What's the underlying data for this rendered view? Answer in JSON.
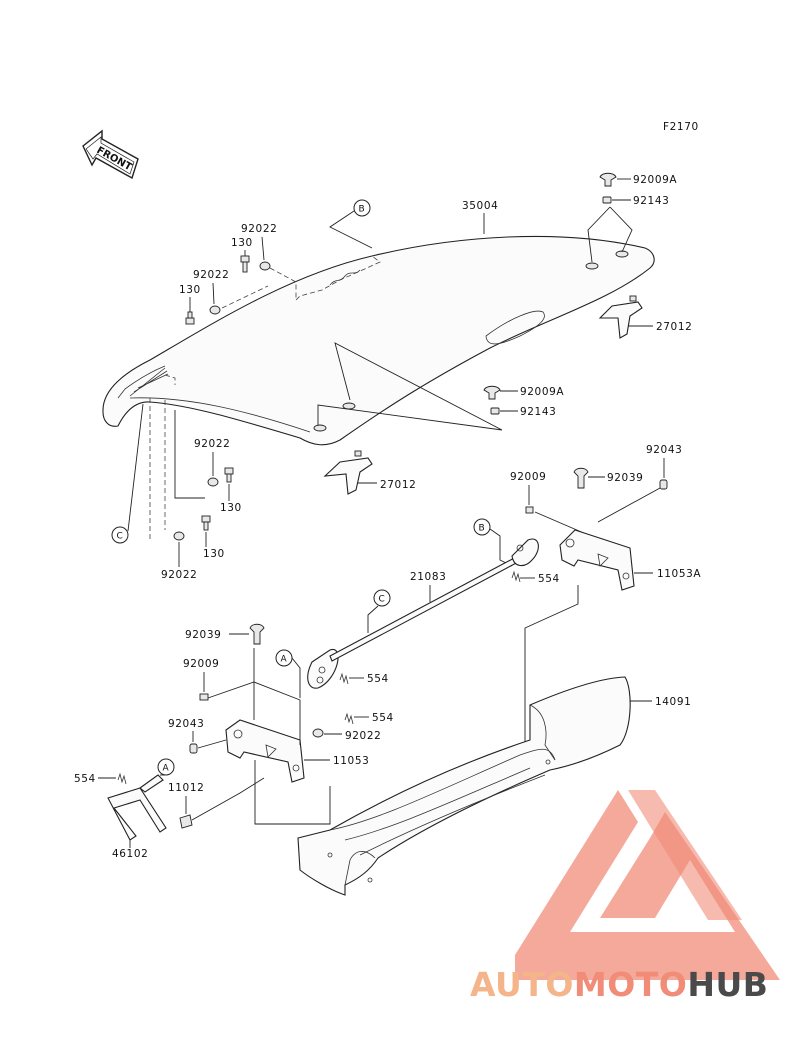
{
  "figure_code": "F2170",
  "front_label": "FRONT",
  "watermark": {
    "part1": "AUTO",
    "part2": "MOTO",
    "part3": "HUB",
    "colors": {
      "primary": "#f08c78",
      "accent": "#f4b58a",
      "dark": "#4a4a4a"
    }
  },
  "ref_letters": {
    "a": "A",
    "b": "B",
    "c": "C"
  },
  "labels": {
    "l35004": "35004",
    "l92009A_top": "92009A",
    "l92143_top": "92143",
    "l27012_right": "27012",
    "l92009A_mid": "92009A",
    "l92143_mid": "92143",
    "l27012_center": "27012",
    "l92022_ul1": "92022",
    "l130_ul1": "130",
    "l92022_ul2": "92022",
    "l130_ul2": "130",
    "l92022_ll1": "92022",
    "l130_ll1": "130",
    "l130_ll2": "130",
    "l92022_ll2": "92022",
    "l92043_r": "92043",
    "l92009_r": "92009",
    "l92039_r": "92039",
    "l11053A": "11053A",
    "l21083": "21083",
    "l554_r": "554",
    "l92039_l": "92039",
    "l554_m": "554",
    "l92009_l": "92009",
    "l554_m2": "554",
    "l92022_m": "92022",
    "l92043_l": "92043",
    "l11053": "11053",
    "l14091": "14091",
    "l554_l": "554",
    "l11012": "11012",
    "l46102": "46102"
  }
}
